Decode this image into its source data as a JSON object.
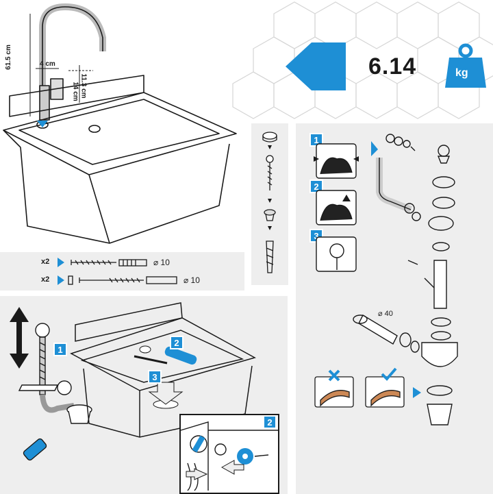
{
  "weight": {
    "value": "6.14",
    "unit": "kg"
  },
  "dimensions": {
    "height": "61.5 cm",
    "width": "4 cm",
    "spout_height": "11.3 cm",
    "depth": "14 cm"
  },
  "fixings": [
    {
      "qty": "x2",
      "diameter": "⌀ 10"
    },
    {
      "qty": "x2",
      "diameter": "⌀ 10"
    }
  ],
  "waste_pipe_diameter": "⌀ 40",
  "steps": {
    "clean": [
      "1",
      "2",
      "3"
    ],
    "drain": [
      "1"
    ],
    "mount": [
      "2",
      "3"
    ],
    "detail": [
      "2"
    ]
  },
  "colors": {
    "accent": "#1e8fd5",
    "panel": "#eeeeee",
    "line": "#1a1a1a"
  },
  "icons": [
    "back-arrow-icon",
    "weight-icon",
    "cross-icon",
    "check-icon",
    "play-icon",
    "move-arrow-icon"
  ]
}
